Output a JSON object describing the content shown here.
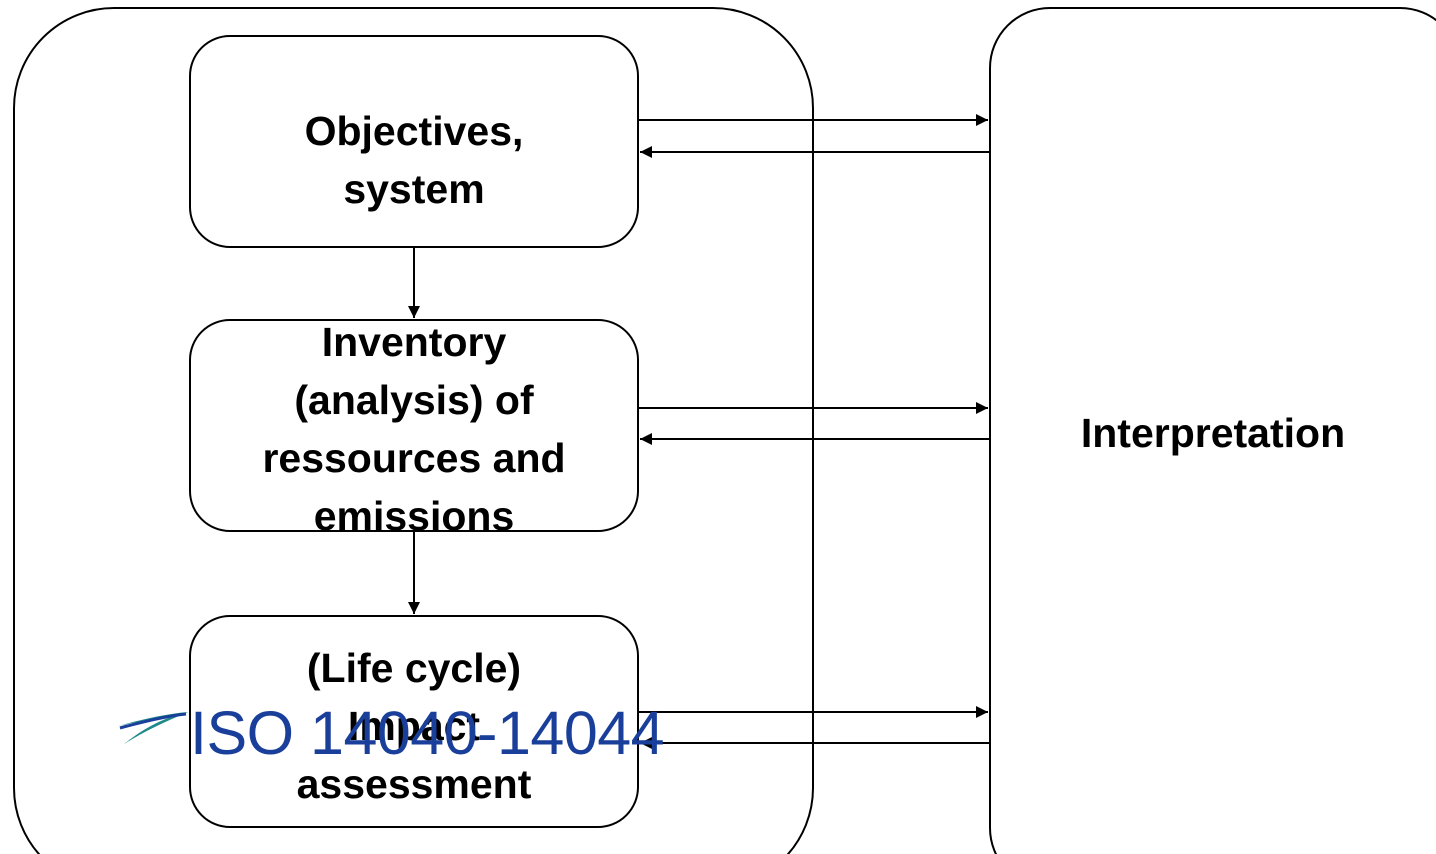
{
  "diagram": {
    "boxes": {
      "objectives": {
        "label": "Objectives,\nsystem"
      },
      "inventory": {
        "label": "Inventory\n(analysis) of\nressources and\nemissions"
      },
      "impact": {
        "label": "(Life cycle)\nImpact\nassessment"
      },
      "interpretation": {
        "label": "Interpretation"
      }
    },
    "overlay": {
      "text": "ISO 14040-14044",
      "color": "#1a3f9a"
    },
    "colors": {
      "stroke": "#000000",
      "background": "#ffffff",
      "logo_teal": "#1f8a8a"
    }
  }
}
